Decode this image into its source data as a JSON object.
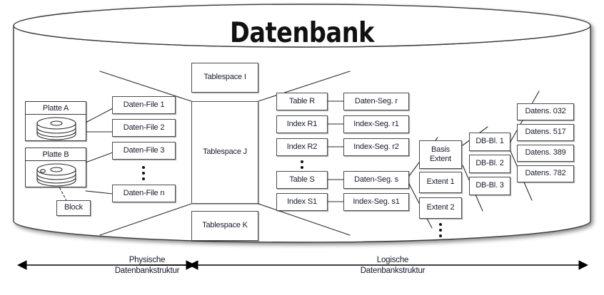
{
  "diagram": {
    "title": "Datenbank",
    "physical": {
      "disks": [
        {
          "name": "Platte A"
        },
        {
          "name": "Platte B"
        }
      ],
      "block_label": "Block",
      "data_files": [
        "Daten-File 1",
        "Daten-File 2",
        "Daten-File 3",
        "Daten-File n"
      ],
      "data_files_ellipsis": "vertical-dots"
    },
    "tablespaces": [
      "Tablespace I",
      "Tablespace J",
      "Tablespace K"
    ],
    "objects": [
      "Table R",
      "Index R1",
      "Index R2",
      "Table S",
      "Index S1"
    ],
    "objects_ellipsis": "vertical-dots",
    "segments": [
      "Daten-Seg. r",
      "Index-Seg. r1",
      "Index-Seg. r2",
      "Daten-Seg. s",
      "Index-Seg. s1"
    ],
    "extents": [
      "Basis Extent",
      "Extent 1",
      "Extent 2"
    ],
    "extents_basis_line1": "Basis",
    "extents_basis_line2": "Extent",
    "extents_ellipsis": "vertical-dots",
    "db_blocks": [
      "DB-Bl. 1",
      "DB-Bl. 2",
      "DB-Bl. 3"
    ],
    "records": [
      "Datens. 032",
      "Datens. 517",
      "Datens. 389",
      "Datens. 782"
    ],
    "legend": {
      "left_line1": "Physische",
      "left_line2": "Datenbankstruktur",
      "right_line1": "Logische",
      "right_line2": "Datenbankstruktur"
    },
    "colors": {
      "background": "#ffffff",
      "page": "#f2f2f2",
      "stroke": "#3a3a3a",
      "box_stroke": "#4d4d4d",
      "text": "#1b1b30",
      "title": "#111111"
    }
  }
}
